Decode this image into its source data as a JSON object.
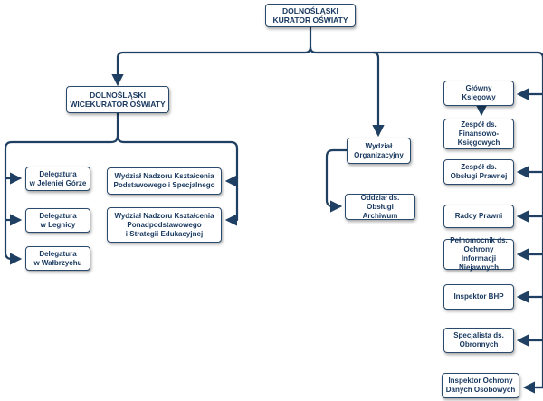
{
  "colors": {
    "line": "#1f3f63",
    "box_border": "#2a4a6b",
    "text": "#17375e"
  },
  "nodes": {
    "kurator": "DOLNOŚLĄSKI\nKURATOR OŚWIATY",
    "wicekurator": "DOLNOŚLĄSKI\nWICEKURATOR OŚWIATY",
    "del_jelenia": "Delegatura\nw Jeleniej Górze",
    "del_legnica": "Delegatura\nw Legnicy",
    "del_walbrzych": "Delegatura\nw Wałbrzychu",
    "nadzor_podst": "Wydział Nadzoru Kształcenia\nPodstawowego i Specjalnego",
    "nadzor_ponad": "Wydział Nadzoru Kształcenia\nPonadpodstawowego\ni Strategii Edukacyjnej",
    "wydz_org": "Wydział\nOrganizacyjny",
    "oddzial_arch": "Oddział ds.\nObsługi Archiwum",
    "glowny_ksieg": "Główny\nKsięgowy",
    "zespol_fin": "Zespół ds.\nFinansowo-\nKsięgowych",
    "zespol_praw": "Zespół ds.\nObsługi Prawnej",
    "radcy": "Radcy Prawni",
    "pelnomocnik": "Pełnomocnik ds.\nOchrony Informacji\nNiejawnych",
    "bhp": "Inspektor BHP",
    "obronne": "Specjalista ds.\nObronnych",
    "iod": "Inspektor Ochrony\nDanych Osobowych"
  }
}
